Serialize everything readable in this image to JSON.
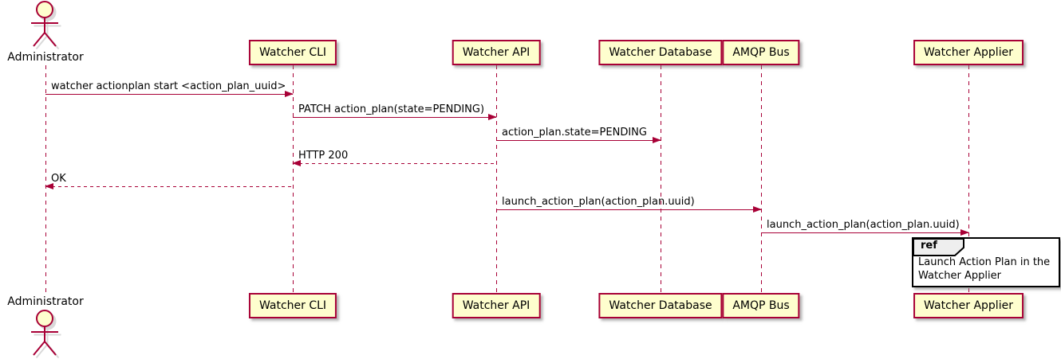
{
  "diagram": {
    "type": "sequence",
    "actor": {
      "id": "administrator",
      "label": "Administrator"
    },
    "participants": [
      {
        "id": "watcher_cli",
        "label": "Watcher CLI"
      },
      {
        "id": "watcher_api",
        "label": "Watcher API"
      },
      {
        "id": "watcher_db",
        "label": "Watcher Database"
      },
      {
        "id": "amqp_bus",
        "label": "AMQP Bus"
      },
      {
        "id": "watcher_applier",
        "label": "Watcher Applier"
      }
    ],
    "messages": [
      {
        "from": "administrator",
        "to": "watcher_cli",
        "text": "watcher actionplan start <action_plan_uuid>",
        "line": "solid"
      },
      {
        "from": "watcher_cli",
        "to": "watcher_api",
        "text": "PATCH action_plan(state=PENDING)",
        "line": "solid"
      },
      {
        "from": "watcher_api",
        "to": "watcher_db",
        "text": "action_plan.state=PENDING",
        "line": "solid"
      },
      {
        "from": "watcher_api",
        "to": "watcher_cli",
        "text": "HTTP 200",
        "line": "dashed"
      },
      {
        "from": "watcher_cli",
        "to": "administrator",
        "text": "OK",
        "line": "dashed"
      },
      {
        "from": "watcher_api",
        "to": "amqp_bus",
        "text": "launch_action_plan(action_plan.uuid)",
        "line": "solid"
      },
      {
        "from": "amqp_bus",
        "to": "watcher_applier",
        "text": "launch_action_plan(action_plan.uuid)",
        "line": "solid"
      }
    ],
    "ref": {
      "keyword": "ref",
      "over": "watcher_applier",
      "lines": [
        "Launch Action Plan in the",
        "Watcher Applier"
      ]
    },
    "colors": {
      "line": "#A80036",
      "box_fill": "#FEFECE",
      "box_border": "#A80036",
      "ref_border": "#000000",
      "ref_header_fill": "#EEEEEE",
      "text": "#000000",
      "background": "#FFFFFF"
    }
  }
}
